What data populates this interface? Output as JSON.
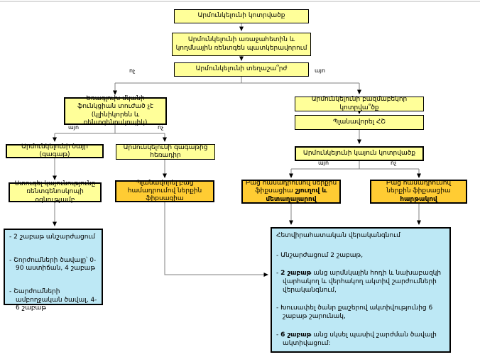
{
  "labels": {
    "yes": "այո",
    "no": "ոչ"
  },
  "colors": {
    "node_fill": "#FFFF99",
    "action_fill": "#FFCC33",
    "outcome_fill": "#BDE8F5",
    "border": "#000000",
    "line": "#808080"
  },
  "nodes": {
    "fracture": "Արմունկելունի կոտրվածք",
    "imaging": "Արմունկելունի առաջահետին և կողմնային ռենտգեն պատկերավորում",
    "displacement": "Արմունկելունի տեղաշա՞րժ",
    "triceps": "Եռագլուխ մկանի ֆունկցիան տուժած չէ (կլինիկորեն և ռենտգենոսկոպիկ)",
    "tip": "Արմունկելունի ծայր (գագաթ)",
    "distal": "Արմունկելունի գագաթից հեռադիր",
    "check_stability": "Ստուգել կայունությունը ռենտգենոսկոպի օգնությամբ",
    "plan_orif": "Պլանավորել բաց համադրումով ներքին ֆիքսացիա",
    "comminuted": "Արմունկելունի բազմաբեկոր կոտրվա՞ծք",
    "plan_ct": "Պլանավորել ՀՇ",
    "stable_fracture": "Արմունկելունի կայուն կոտրվածք",
    "orif_pin": {
      "pre": "Բաց համադրումով ներքին ֆիքսացիա ",
      "bold": "շյուղով և մետաղալարով"
    },
    "orif_plate": {
      "pre": "Բաց համադրումով ներքին ֆիքսացիա ",
      "bold": "հարթակով"
    }
  },
  "conservative": {
    "bullets": [
      "- 2 շաբաթ անշարժացում",
      "- Շորժումների ծավալը՝ 0-90 աստիճան, 4 շաբաթ",
      "- Շարժումների ամբողջական ծավալ, 4-6 շաբաթ"
    ]
  },
  "post_op": {
    "title": "Հետվիրահատական վերականգնում",
    "bullets": [
      {
        "pre": "- Անշարժացում 2 շաբաթ,",
        "bold": "",
        "rest": ""
      },
      {
        "pre": "- ",
        "bold": "2 շաբաթ",
        "rest": " անց արմնկային հոդի և նախաբազկի վարհակող և վերհակող ակտիվ շարժումների վերականգնում,"
      },
      {
        "pre": "- Խուսափել ծանր քաշերով ակտիվությունից 6 շաբաթ շարունակ,",
        "bold": "",
        "rest": ""
      },
      {
        "pre": "- ",
        "bold": "6 շաբաթ",
        "rest": " անց սկսել պասիվ շարժման ծավալի ակտիվացում:"
      }
    ]
  }
}
